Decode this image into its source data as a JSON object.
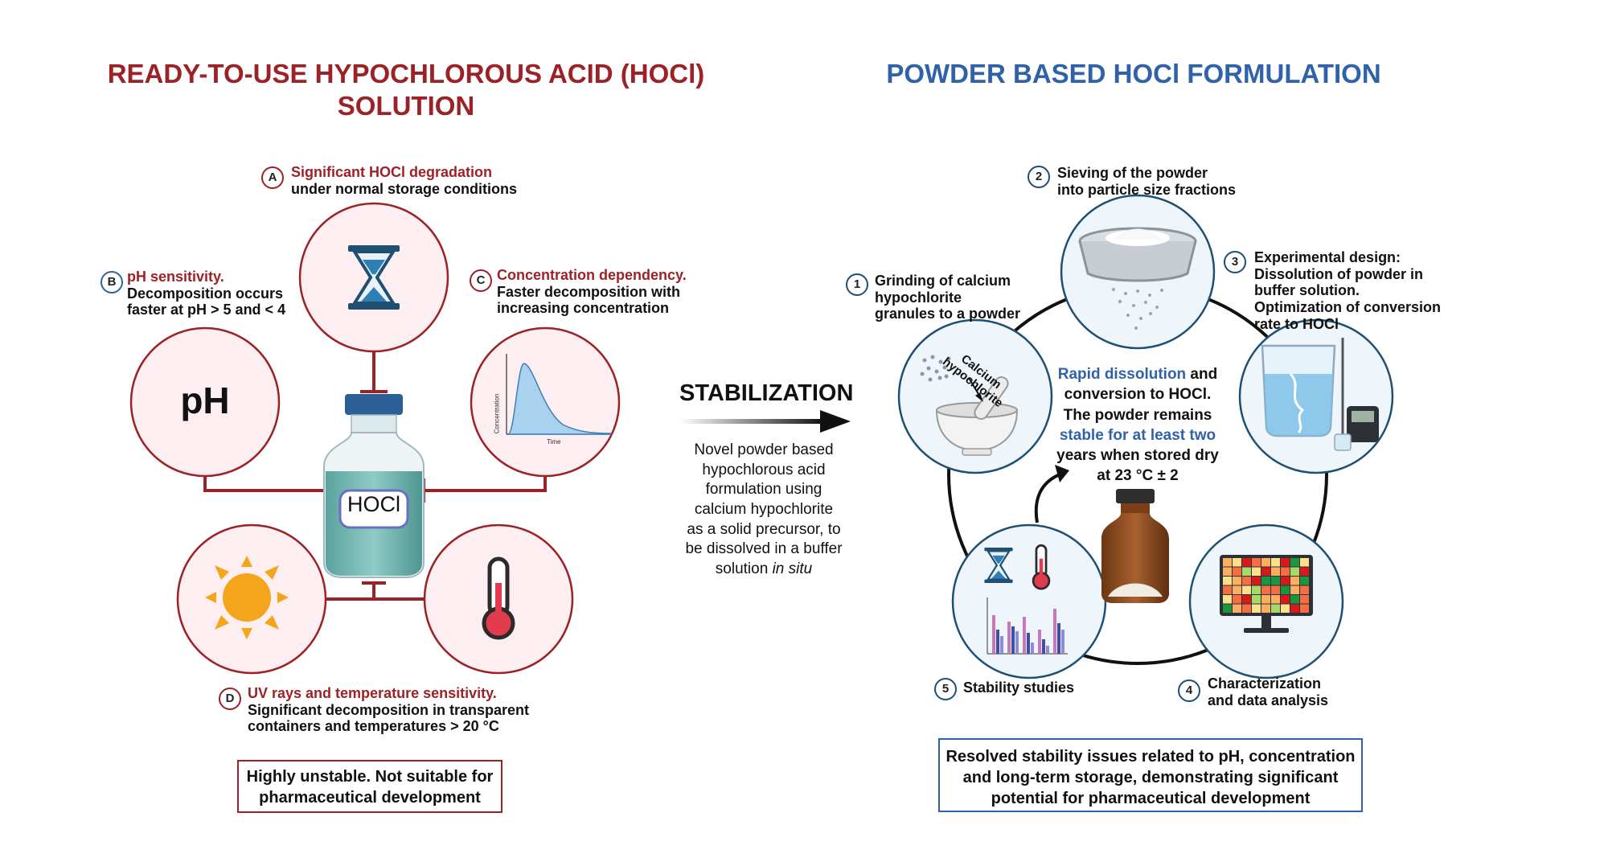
{
  "left": {
    "title_line1": "READY-TO-USE HYPOCHLOROUS ACID (HOCl)",
    "title_line2": "SOLUTION",
    "a": {
      "badge": "A",
      "heading": "Significant HOCl degradation",
      "body": "under normal storage conditions"
    },
    "b": {
      "badge": "B",
      "heading": "pH sensitivity.",
      "body1": "Decomposition occurs",
      "body2": "faster at pH > 5 and < 4",
      "circle_text": "pH"
    },
    "c": {
      "badge": "C",
      "heading": "Concentration dependency.",
      "body1": "Faster decomposition with",
      "body2": "increasing concentration",
      "chart_ylabel": "Concentration",
      "chart_xlabel": "Time"
    },
    "d": {
      "badge": "D",
      "heading": "UV rays and temperature sensitivity.",
      "body1": "Significant decomposition in transparent",
      "body2": "containers and temperatures > 20 °C"
    },
    "bottle_label": "HOCl",
    "conclusion_line1": "Highly unstable. Not suitable for",
    "conclusion_line2": "pharmaceutical development"
  },
  "middle": {
    "stabilization": "STABILIZATION",
    "desc_lines": [
      "Novel powder based",
      "hypochlorous acid",
      "formulation using",
      "calcium hypochlorite",
      "as a solid precursor, to",
      "be dissolved in a buffer"
    ],
    "desc_last_prefix": "solution ",
    "desc_last_italic": "in situ"
  },
  "right": {
    "title": "POWDER BASED HOCl FORMULATION",
    "step1": {
      "badge": "1",
      "line1": "Grinding of calcium",
      "line2": "hypochlorite",
      "line3": "granules to a powder"
    },
    "step2": {
      "badge": "2",
      "line1": "Sieving of the powder",
      "line2": "into particle size fractions"
    },
    "step3": {
      "badge": "3",
      "line1": "Experimental design:",
      "line2": "Dissolution of powder in",
      "line3": "buffer solution.",
      "line4": "Optimization of conversion",
      "line5": "rate to HOCl"
    },
    "step4": {
      "badge": "4",
      "line1": "Characterization",
      "line2": "and data analysis"
    },
    "step5": {
      "badge": "5",
      "line1": "Stability studies"
    },
    "mortar_label1": "Calcium",
    "mortar_label2": "hypochlorite",
    "center": {
      "l1_blue": "Rapid dissolution",
      "l1_black": " and",
      "l2": "conversion to HOCl.",
      "l3": "The powder remains",
      "l4_blue": "stable for at least two",
      "l5": "years when stored dry",
      "l6": "at 23 °C ± 2"
    },
    "conclusion_line1": "Resolved stability issues related to pH, concentration",
    "conclusion_line2": "and long-term storage, demonstrating significant",
    "conclusion_line3": "potential for pharmaceutical development"
  },
  "colors": {
    "red": "#9b2226",
    "blue": "#2f62a8",
    "circle_fill": "#fdeef1"
  }
}
